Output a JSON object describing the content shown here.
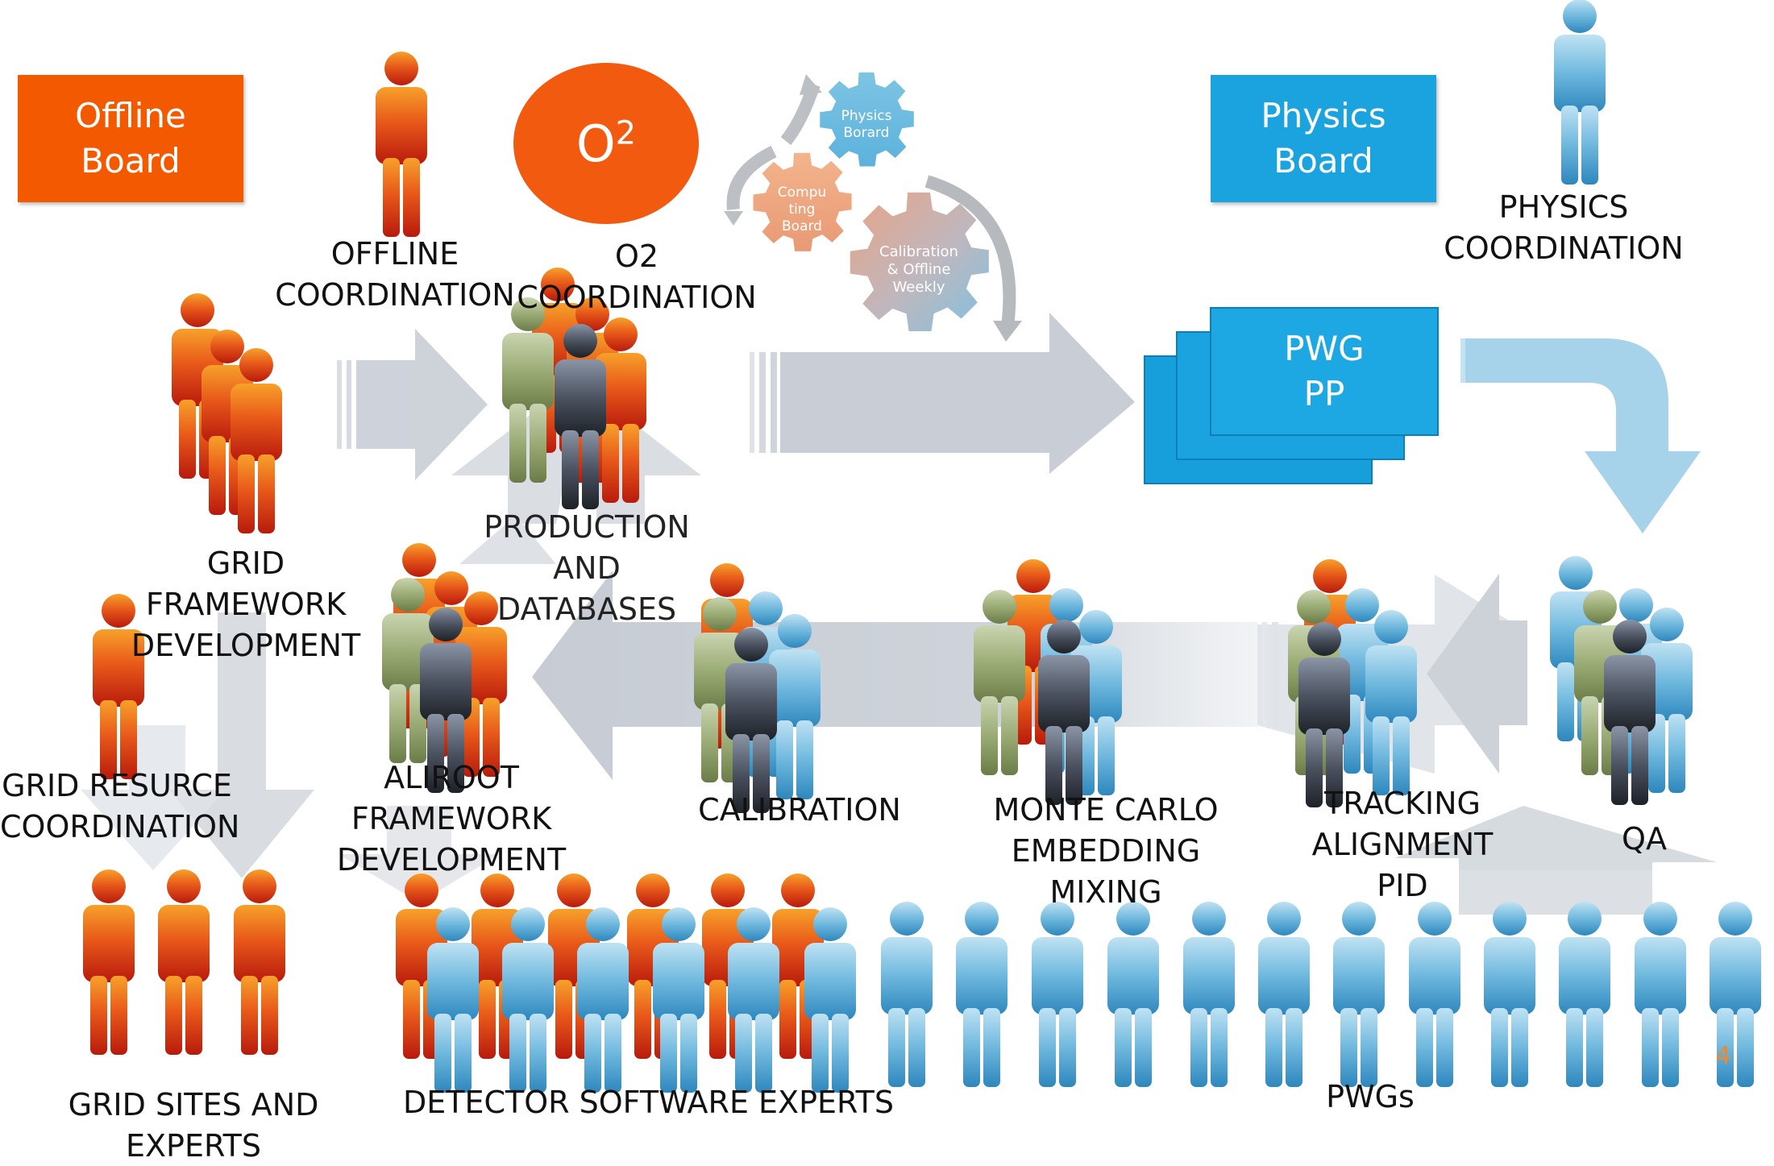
{
  "boards": {
    "offline": [
      "Offline",
      "Board"
    ],
    "o2": {
      "base": "O",
      "sup": "2"
    },
    "physics": [
      "Physics",
      "Board"
    ],
    "pwg": [
      "PWG",
      "PP"
    ]
  },
  "gears": {
    "physics": [
      "Physics",
      "Borard"
    ],
    "computing": [
      "Compu",
      "ting",
      "Board"
    ],
    "calibration": [
      "Calibration",
      "& Offline",
      "Weekly"
    ]
  },
  "labels": {
    "offline_coordination": [
      "OFFLINE",
      "COORDINATION"
    ],
    "o2_coordination": [
      "O2",
      "COORDINATION"
    ],
    "physics_coordination": [
      "PHYSICS",
      "COORDINATION"
    ],
    "grid_framework": [
      "GRID",
      "FRAMEWORK",
      "DEVELOPMENT"
    ],
    "production": [
      "PRODUCTION",
      "AND",
      "DATABASES"
    ],
    "grid_resource": [
      "GRID RESURCE",
      "COORDINATION"
    ],
    "aliroot": [
      "ALIROOT",
      "FRAMEWORK",
      "DEVELOPMENT"
    ],
    "calibration": [
      "CALIBRATION"
    ],
    "monte_carlo": [
      "MONTE CARLO",
      "EMBEDDING",
      "MIXING"
    ],
    "tracking": [
      "TRACKING",
      "ALIGNMENT",
      "PID"
    ],
    "qa": [
      "QA"
    ],
    "grid_sites": [
      "GRID SITES AND",
      "EXPERTS"
    ],
    "detector_experts": [
      "DETECTOR SOFTWARE EXPERTS"
    ],
    "pwgs": [
      "PWGs"
    ],
    "page_number": "4"
  },
  "colors": {
    "offline_orange": "#f35a00",
    "o2_orange": "#f25a10",
    "physics_blue": "#1aa3df",
    "arrow_gray": "#cdd2d9",
    "arrow_blue": "#9ccde6",
    "text": "#111111"
  },
  "icons": [
    "person-orange-icon",
    "person-blue-icon",
    "person-green-icon",
    "person-dark-icon",
    "gear-icon",
    "cycle-arrow-icon",
    "flow-arrow-icon"
  ]
}
